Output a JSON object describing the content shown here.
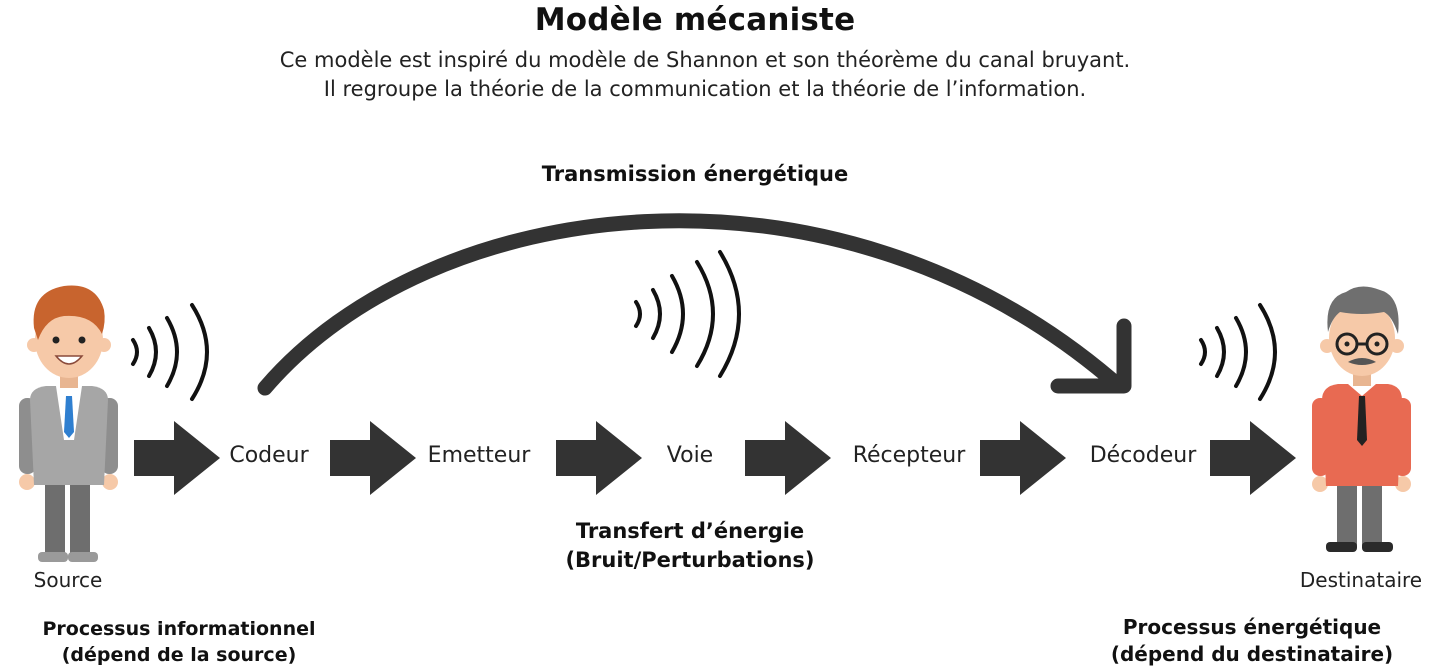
{
  "title": "Modèle mécaniste",
  "subtitle": [
    "Ce modèle est inspiré du modèle de Shannon et son théorème du canal bruyant.",
    "Il regroupe la théorie de la communication et la théorie de l’information."
  ],
  "arc_label": "Transmission énergétique",
  "chain": [
    "Codeur",
    "Emetteur",
    "Voie",
    "Récepteur",
    "Décodeur"
  ],
  "channel_caption": [
    "Transfert d’énergie",
    "(Bruit/Perturbations)"
  ],
  "source": {
    "label": "Source",
    "caption": [
      "Processus informationnel",
      "(dépend de la source)"
    ]
  },
  "destination": {
    "label": "Destinataire",
    "caption": [
      "Processus énergétique",
      "(dépend du destinataire)"
    ]
  },
  "colors": {
    "arrow": "#333333",
    "source_suit": "#8e8e8e",
    "source_hair": "#c8642e",
    "dest_shirt": "#e86a52",
    "dest_hair": "#6f6f6f",
    "skin": "#f6c9a8"
  },
  "icons": [
    "person-source-icon",
    "person-destination-icon",
    "signal-waves-icon",
    "flow-arrow-icon",
    "curved-arrow-icon"
  ]
}
